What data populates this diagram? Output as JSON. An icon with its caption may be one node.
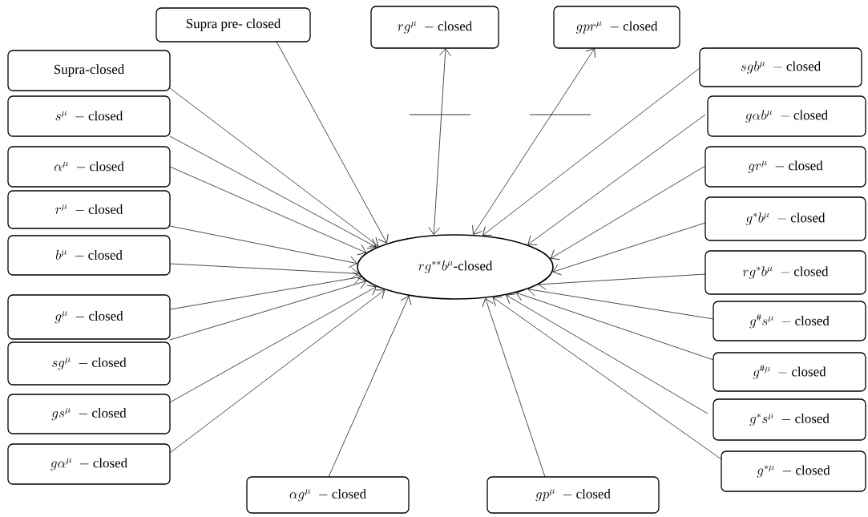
{
  "diagram": {
    "nodes": [
      {
        "text": [
          "Supra pre- closed"
        ]
      },
      {
        "text": [
          "rg^{\\mu}\\;-\\text{closed}"
        ]
      },
      {
        "text": [
          "gpr^{\\mu}\\;-\\text{closed}"
        ]
      },
      {
        "text": [
          "Supra-closed"
        ]
      },
      {
        "text": [
          "s^{\\mu}\\;-\\text{closed}"
        ]
      },
      {
        "text": [
          "\\alpha^{\\mu}\\;-\\text{closed}"
        ]
      },
      {
        "text": [
          "r^{\\mu}\\;-\\text{closed}"
        ]
      },
      {
        "text": [
          "b^{\\mu}\\;-\\text{closed}"
        ]
      },
      {
        "text": [
          "g^{\\mu}\\;-\\text{closed}"
        ]
      },
      {
        "text": [
          "sg^{\\mu}\\;-\\text{closed}"
        ]
      },
      {
        "text": [
          "gs^{\\mu}\\;-\\text{closed}"
        ]
      },
      {
        "text": [
          "g\\alpha^{\\mu}\\;-\\text{closed}"
        ]
      },
      {
        "text": [
          "rg^{**}b^{\\mu}\\text{-closed}"
        ]
      },
      {
        "text": [
          "sgb^{\\mu}\\;-\\text{closed}"
        ]
      },
      {
        "text": [
          "g\\alpha b^{\\mu}\\;-\\text{closed}"
        ]
      },
      {
        "text": [
          "gr^{\\mu}\\;-\\text{closed}"
        ]
      },
      {
        "text": [
          "g^{*}b^{\\mu}\\;-\\text{closed}"
        ]
      },
      {
        "text": [
          "rg^{*}b^{\\mu}\\;-\\text{closed}"
        ]
      },
      {
        "text": [
          "g^{\\#}s^{\\mu}\\;-\\text{closed}"
        ]
      },
      {
        "text": [
          "g^{\\#\\mu}\\;-\\text{closed}"
        ]
      },
      {
        "text": [
          "g^{*}s^{\\mu}\\;-\\text{closed}"
        ]
      },
      {
        "text": [
          "g^{*\\mu}\\;-\\text{closed}"
        ]
      },
      {
        "text": [
          "\\alpha g^{\\mu}\\;-\\text{closed}"
        ]
      },
      {
        "text": [
          "gp^{\\mu}\\;-\\text{closed}"
        ]
      }
    ],
    "edges": [
      {
        "from": 0,
        "to": 12,
        "arrow": "to"
      },
      {
        "from": 1,
        "to": 12,
        "arrow": "both"
      },
      {
        "from": 2,
        "to": 12,
        "arrow": "both"
      },
      {
        "from": 3,
        "to": 12,
        "arrow": "to"
      },
      {
        "from": 4,
        "to": 12,
        "arrow": "to"
      },
      {
        "from": 5,
        "to": 12,
        "arrow": "to"
      },
      {
        "from": 6,
        "to": 12,
        "arrow": "to"
      },
      {
        "from": 7,
        "to": 12,
        "arrow": "to"
      },
      {
        "from": 8,
        "to": 12,
        "arrow": "to"
      },
      {
        "from": 9,
        "to": 12,
        "arrow": "to"
      },
      {
        "from": 10,
        "to": 12,
        "arrow": "to"
      },
      {
        "from": 11,
        "to": 12,
        "arrow": "to"
      },
      {
        "from": 13,
        "to": 12,
        "arrow": "to"
      },
      {
        "from": 14,
        "to": 12,
        "arrow": "to"
      },
      {
        "from": 15,
        "to": 12,
        "arrow": "to"
      },
      {
        "from": 16,
        "to": 12,
        "arrow": "to"
      },
      {
        "from": 17,
        "to": 12,
        "arrow": "to"
      },
      {
        "from": 18,
        "to": 12,
        "arrow": "to"
      },
      {
        "from": 19,
        "to": 12,
        "arrow": "to"
      },
      {
        "from": 20,
        "to": 12,
        "arrow": "to"
      },
      {
        "from": 21,
        "to": 12,
        "arrow": "to"
      },
      {
        "from": 22,
        "to": 12,
        "arrow": "to"
      },
      {
        "from": 23,
        "to": 12,
        "arrow": "to"
      }
    ]
  }
}
